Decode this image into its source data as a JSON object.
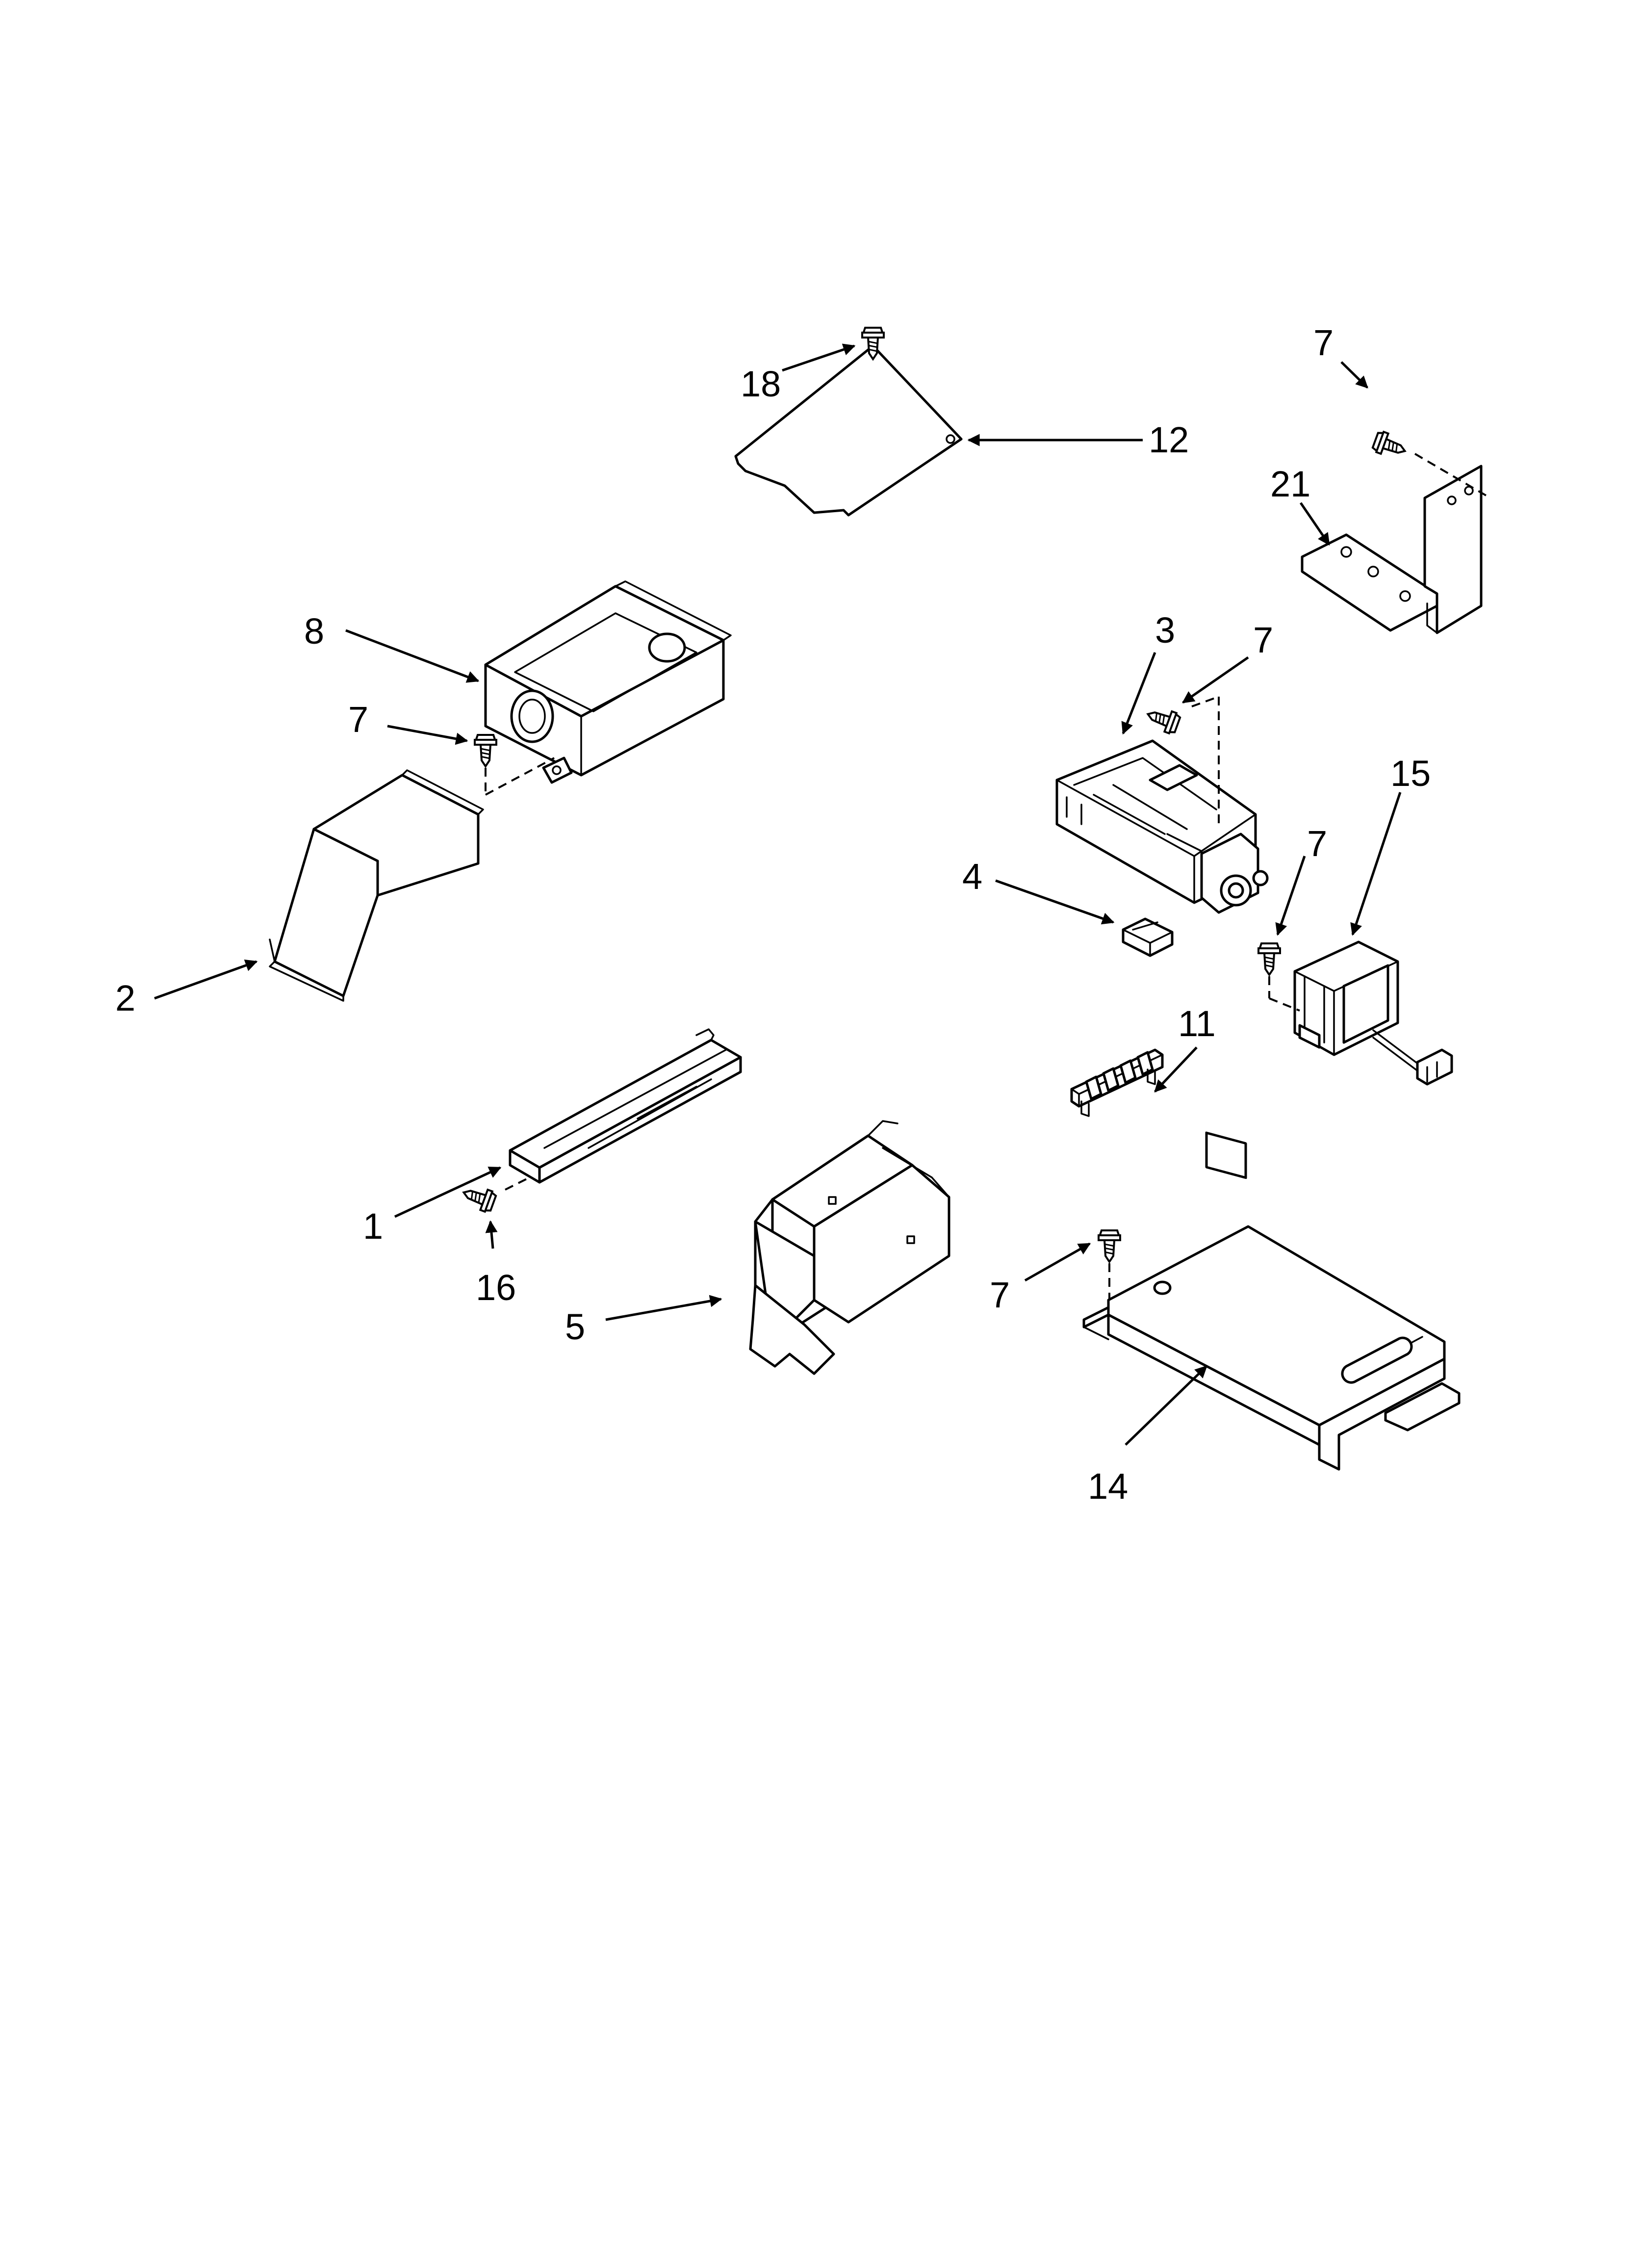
{
  "diagram": {
    "callouts": {
      "c18": "18",
      "c12": "12",
      "c7a": "7",
      "c21": "21",
      "c8": "8",
      "c7b": "7",
      "c3": "3",
      "c7c": "7",
      "c15": "15",
      "c2": "2",
      "c4": "4",
      "c7d": "7",
      "c11": "11",
      "c1": "1",
      "c16": "16",
      "c7e": "7",
      "c5": "5",
      "c14": "14"
    }
  }
}
